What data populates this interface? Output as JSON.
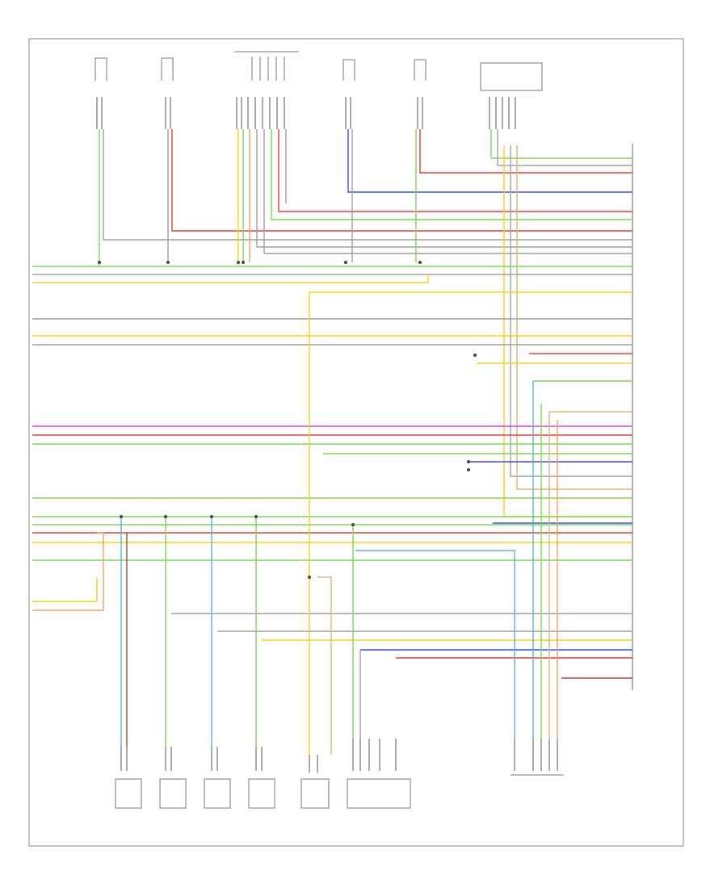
{
  "title": "",
  "footer_code": "",
  "colors": {
    "border": "#888888",
    "wire_green": "#7ed957",
    "wire_red": "#e0403a",
    "wire_blue": "#3b4fe6",
    "wire_yellow": "#f2d21c",
    "wire_orange": "#f0a060",
    "wire_magenta": "#e040e0",
    "wire_gray": "#a0a0a0",
    "wire_brown": "#a0522d",
    "wire_tan": "#d8b878",
    "wire_lightblue": "#5ab0e0"
  },
  "components": {
    "top_sensors": [
      {
        "label": ""
      },
      {
        "label": ""
      },
      {
        "label": ""
      },
      {
        "label": ""
      },
      {
        "label": ""
      },
      {
        "label": ""
      }
    ],
    "bottom_sensors": [
      {
        "label": ""
      },
      {
        "label": ""
      },
      {
        "label": ""
      },
      {
        "label": ""
      },
      {
        "label": ""
      },
      {
        "label": ""
      }
    ],
    "module": {
      "label": ""
    }
  },
  "wires": [
    {
      "color": "green"
    },
    {
      "color": "gray"
    },
    {
      "color": "gray"
    },
    {
      "color": "yellow"
    },
    {
      "color": "blue"
    },
    {
      "color": "red"
    },
    {
      "color": "green"
    },
    {
      "color": "red"
    },
    {
      "color": "gray"
    },
    {
      "color": "gray"
    },
    {
      "color": "gray"
    },
    {
      "color": "gray"
    },
    {
      "color": "tan"
    },
    {
      "color": "gray"
    },
    {
      "color": "yellow"
    },
    {
      "color": "gray"
    },
    {
      "color": "red"
    },
    {
      "color": "green"
    },
    {
      "color": "magenta"
    },
    {
      "color": "red"
    },
    {
      "color": "green"
    },
    {
      "color": "blue"
    },
    {
      "color": "green"
    },
    {
      "color": "yellow"
    },
    {
      "color": "blue"
    },
    {
      "color": "red"
    },
    {
      "color": "yellow"
    },
    {
      "color": "green"
    },
    {
      "color": "gray"
    },
    {
      "color": "blue"
    },
    {
      "color": "red"
    },
    {
      "color": "orange"
    }
  ]
}
